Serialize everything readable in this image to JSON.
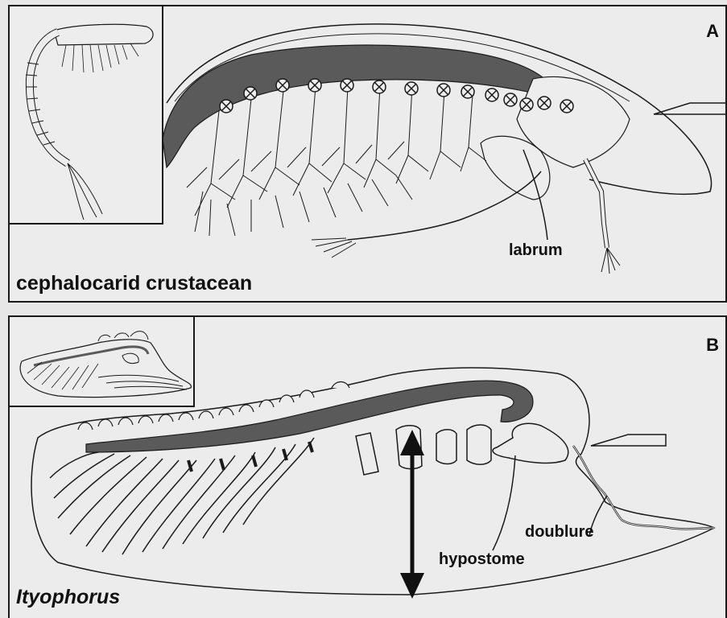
{
  "panel_a": {
    "label": "A",
    "caption": "cephalocarid crustacean",
    "annotations": {
      "labrum": "labrum"
    }
  },
  "panel_b": {
    "label": "B",
    "caption": "Ityophorus",
    "annotations": {
      "doublure": "doublure",
      "hypostome": "hypostome"
    }
  },
  "colors": {
    "gut_fill": "#5a5a5a",
    "line": "#1a1a1a",
    "background": "#ececec"
  }
}
